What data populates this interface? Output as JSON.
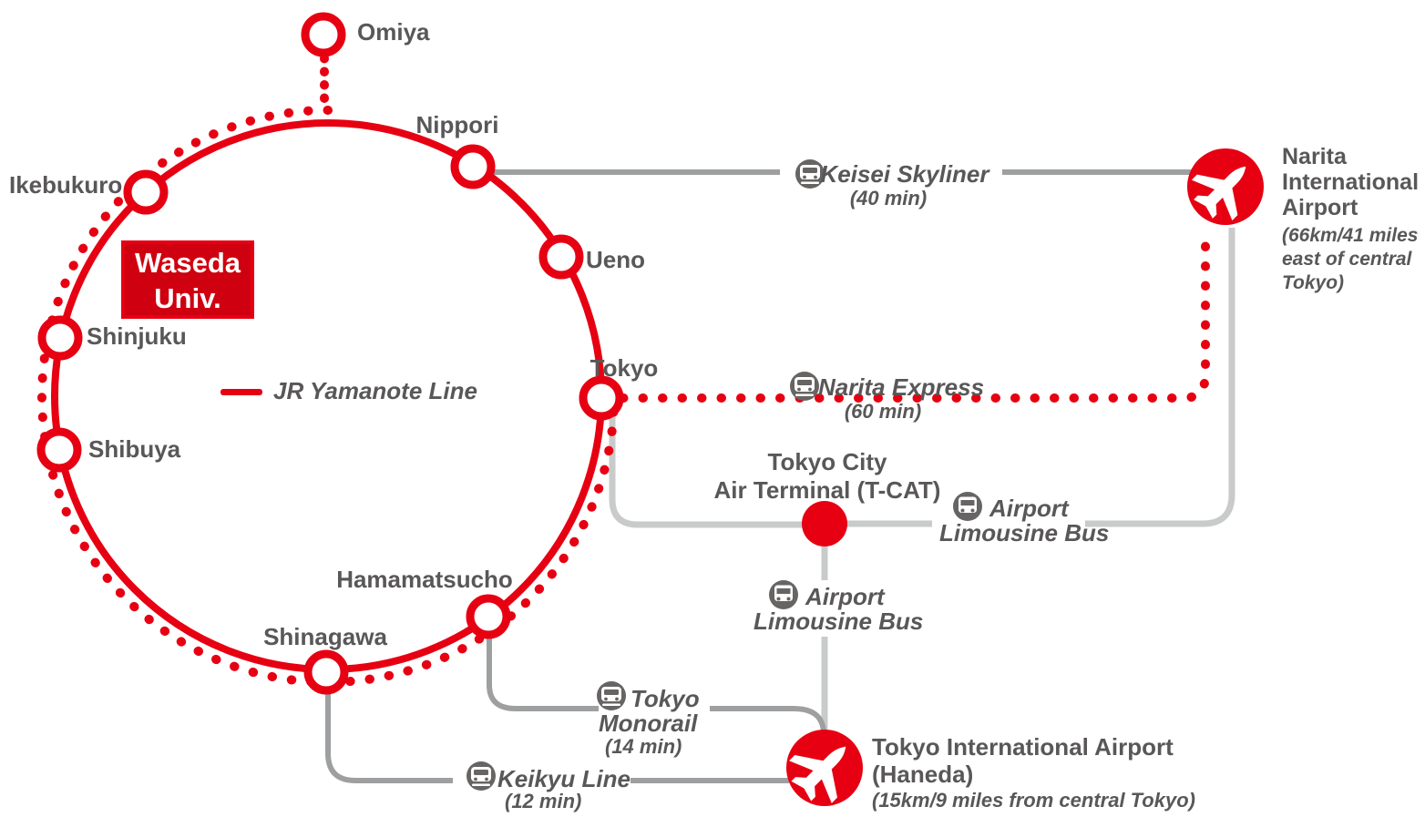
{
  "colors": {
    "line_red": "#e60012",
    "text_gray": "#595757",
    "train_line_gray": "#9e9fa0",
    "bus_line_gray": "#c9caca",
    "icon_gray": "#676464"
  },
  "legend": {
    "label": "JR Yamanote Line"
  },
  "university": {
    "line1": "Waseda",
    "line2": "Univ."
  },
  "stations": {
    "omiya": "Omiya",
    "nippori": "Nippori",
    "ueno": "Ueno",
    "tokyo": "Tokyo",
    "hamamatsucho": "Hamamatsucho",
    "shinagawa": "Shinagawa",
    "shibuya": "Shibuya",
    "shinjuku": "Shinjuku",
    "ikebukuro": "Ikebukuro"
  },
  "tcat": {
    "line1": "Tokyo City",
    "line2": "Air Terminal (T-CAT)"
  },
  "routes": {
    "keisei_skyliner": {
      "name": "Keisei Skyliner",
      "time": "(40 min)"
    },
    "narita_express": {
      "name": "Narita Express",
      "time": "(60 min)"
    },
    "airport_limousine_to_narita": {
      "line1": "Airport",
      "line2": "Limousine Bus"
    },
    "airport_limousine_to_haneda": {
      "line1": "Airport",
      "line2": "Limousine Bus"
    },
    "tokyo_monorail": {
      "line1": "Tokyo",
      "line2": "Monorail",
      "time": "(14 min)"
    },
    "keikyu_line": {
      "name": "Keikyu Line",
      "time": "(12 min)"
    }
  },
  "airports": {
    "narita": {
      "name_lines": [
        "Narita",
        "International",
        "Airport"
      ],
      "note_lines": [
        "(66km/41 miles",
        "east of central",
        "Tokyo)"
      ]
    },
    "haneda": {
      "name_lines": [
        "Tokyo International Airport",
        "(Haneda)"
      ],
      "note": "(15km/9 miles from central Tokyo)"
    }
  }
}
